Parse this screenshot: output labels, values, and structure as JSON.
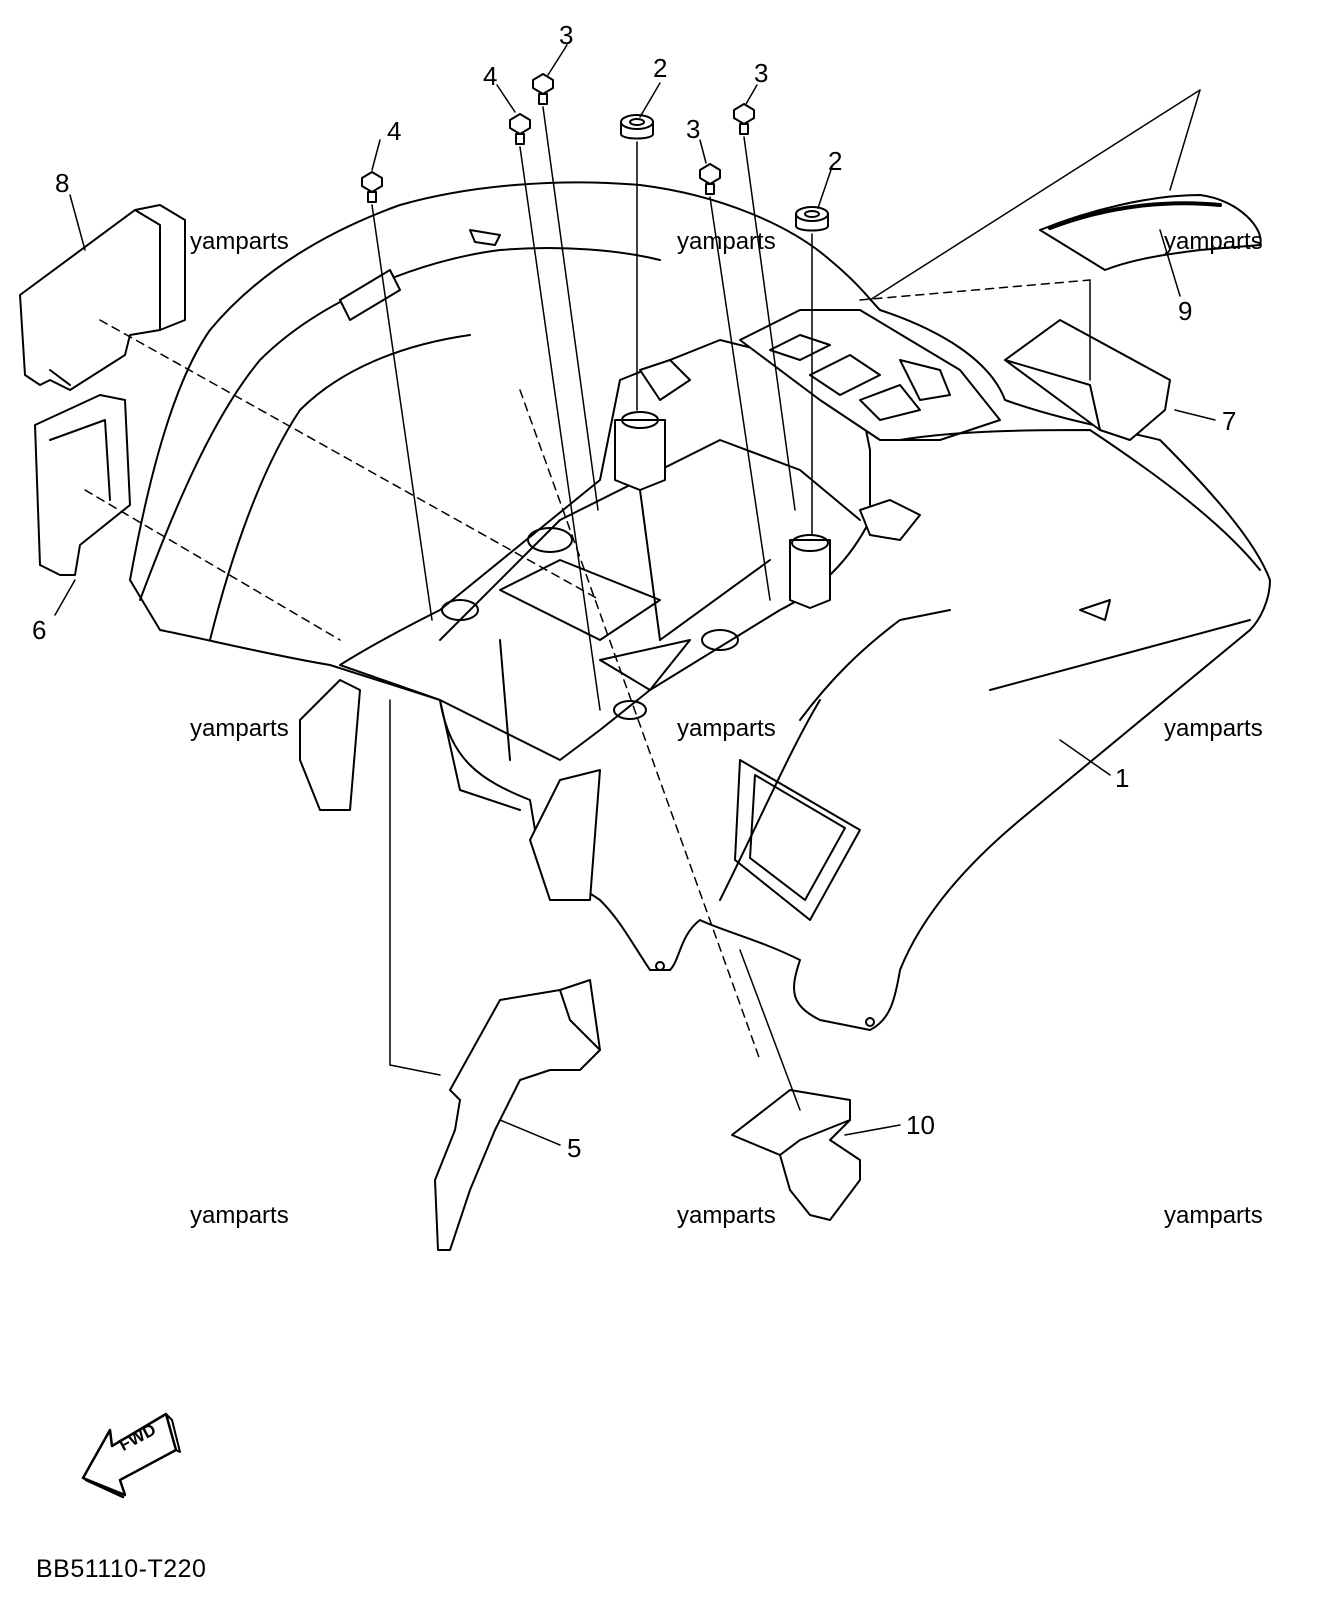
{
  "diagram": {
    "callouts": [
      "1",
      "2",
      "2",
      "3",
      "3",
      "3",
      "4",
      "4",
      "5",
      "6",
      "7",
      "8",
      "9",
      "10"
    ],
    "watermark": "yamparts",
    "fwd_label": "FWD",
    "diagram_code": "BB51110-T220",
    "colors": {
      "line": "#000000",
      "part_fill": "#ffffff",
      "fill_dark": "#d0d0d0"
    }
  }
}
